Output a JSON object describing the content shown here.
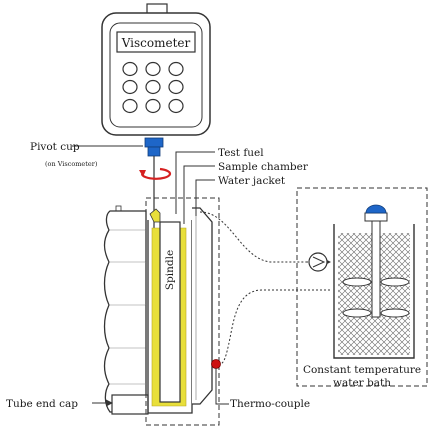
{
  "labels": {
    "viscometer": "Viscometer",
    "pivot_cup": "Pivot cup",
    "pivot_cup_note": "(on Viscometer)",
    "test_fuel": "Test fuel",
    "sample_chamber": "Sample chamber",
    "water_jacket": "Water jacket",
    "spindle": "Spindle",
    "bath_line1": "Constant temperature",
    "bath_line2": "water bath",
    "thermocouple": "Thermo-couple",
    "tube_end_cap": "Tube end cap"
  },
  "colors": {
    "pivot_cup": "#1e66c8",
    "rotation_arrow": "#d62020",
    "test_fuel": "#e8df3a",
    "thermocouple": "#cc1111",
    "outline": "#333333"
  },
  "icons": {
    "rotation": "rotation-arrow-icon",
    "pump": "pump-icon"
  }
}
